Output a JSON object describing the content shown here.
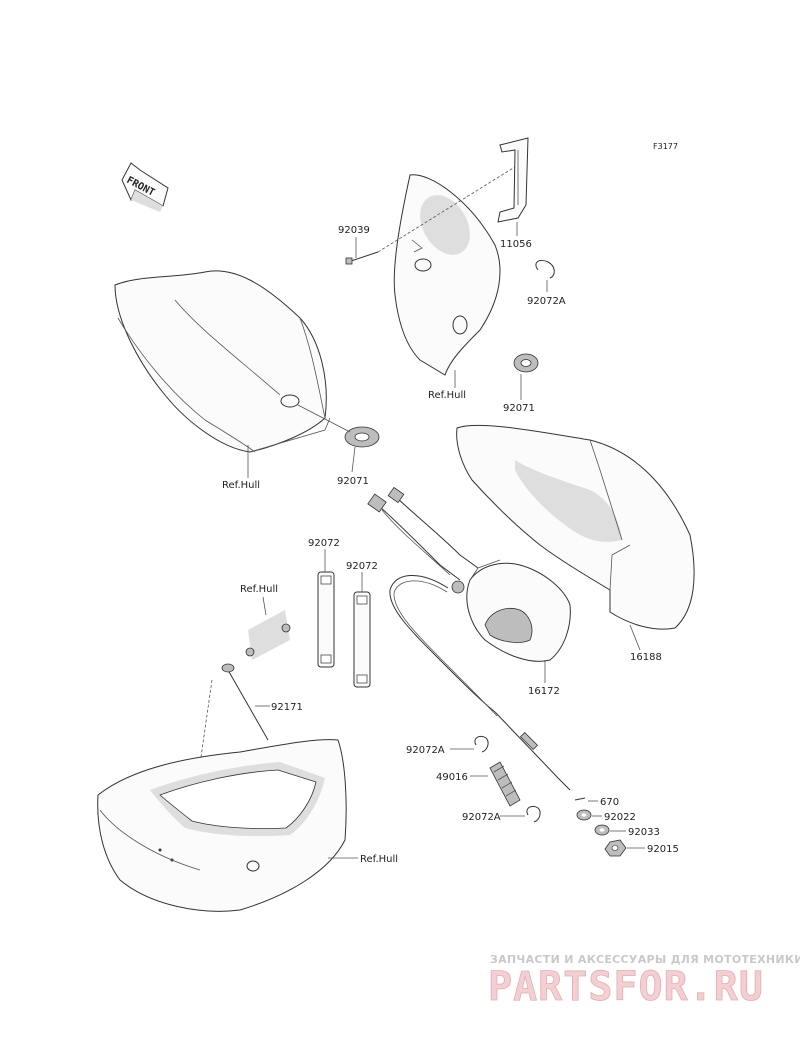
{
  "figure_code": "F3177",
  "front_arrow_label": "FRONT",
  "labels": {
    "p92039": "92039",
    "p11056": "11056",
    "p92072A_top": "92072A",
    "ref_hull_1": "Ref.Hull",
    "p92071_right": "92071",
    "ref_hull_2": "Ref.Hull",
    "p92071_left": "92071",
    "p92072_a": "92072",
    "p92072_b": "92072",
    "ref_hull_3": "Ref.Hull",
    "p16188": "16188",
    "p16172": "16172",
    "p92171": "92171",
    "p92072A_mid": "92072A",
    "p49016": "49016",
    "p670": "670",
    "p92022": "92022",
    "p92072A_low": "92072A",
    "p92033": "92033",
    "p92015": "92015",
    "ref_hull_4": "Ref.Hull"
  },
  "watermark": {
    "subtitle": "ЗАПЧАСТИ И АКСЕССУАРЫ ДЛЯ МОТОТЕХНИКИ",
    "brand": "PARTSFOR.RU"
  }
}
